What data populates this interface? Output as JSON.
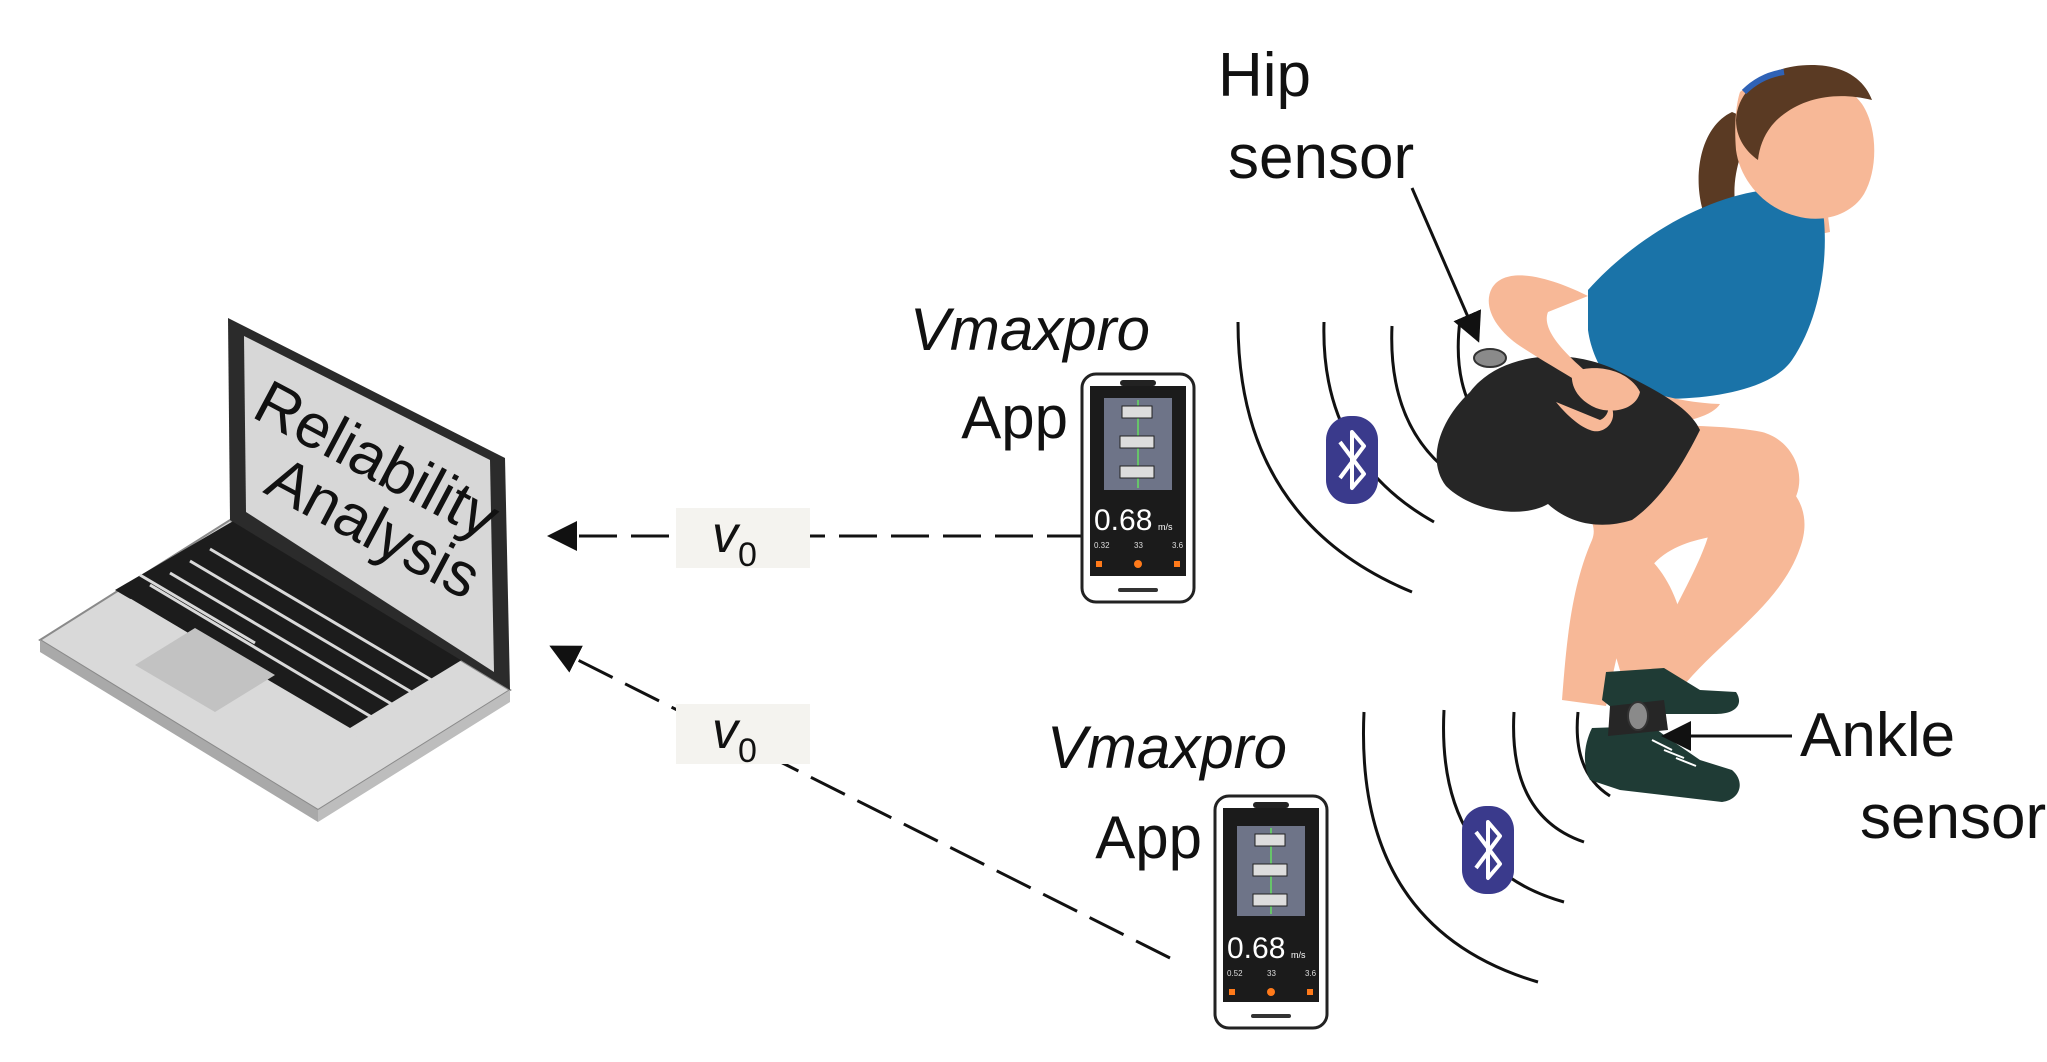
{
  "laptop": {
    "screen_text": [
      "Reliability",
      "Analysis"
    ]
  },
  "arrows": {
    "top_label": "v",
    "top_subscript": "0",
    "bottom_label": "v",
    "bottom_subscript": "0"
  },
  "phone_top": {
    "app_name": "Vmaxpro",
    "app_word": "App",
    "readout_value": "0.68",
    "readout_unit": "m/s",
    "mini": [
      "0.32",
      "33",
      "3.6"
    ]
  },
  "phone_bottom": {
    "app_name": "Vmaxpro",
    "app_word": "App",
    "readout_value": "0.68",
    "readout_unit": "m/s",
    "mini": [
      "0.52",
      "33",
      "3.6"
    ]
  },
  "labels": {
    "hip": [
      "Hip",
      "sensor"
    ],
    "ankle": [
      "Ankle",
      "sensor"
    ]
  },
  "colors": {
    "bluetooth": "#3a3a8c",
    "skin": "#f7b897",
    "top": "#1a73a8",
    "shorts": "#262626",
    "hair": "#5a3a23",
    "shoe": "#1f3b35",
    "phone_accent": "#ff7a1a",
    "label_box": "#f4f3ef"
  },
  "icons": [
    "bluetooth-icon",
    "laptop-icon",
    "smartphone-icon",
    "sensor-icon"
  ]
}
